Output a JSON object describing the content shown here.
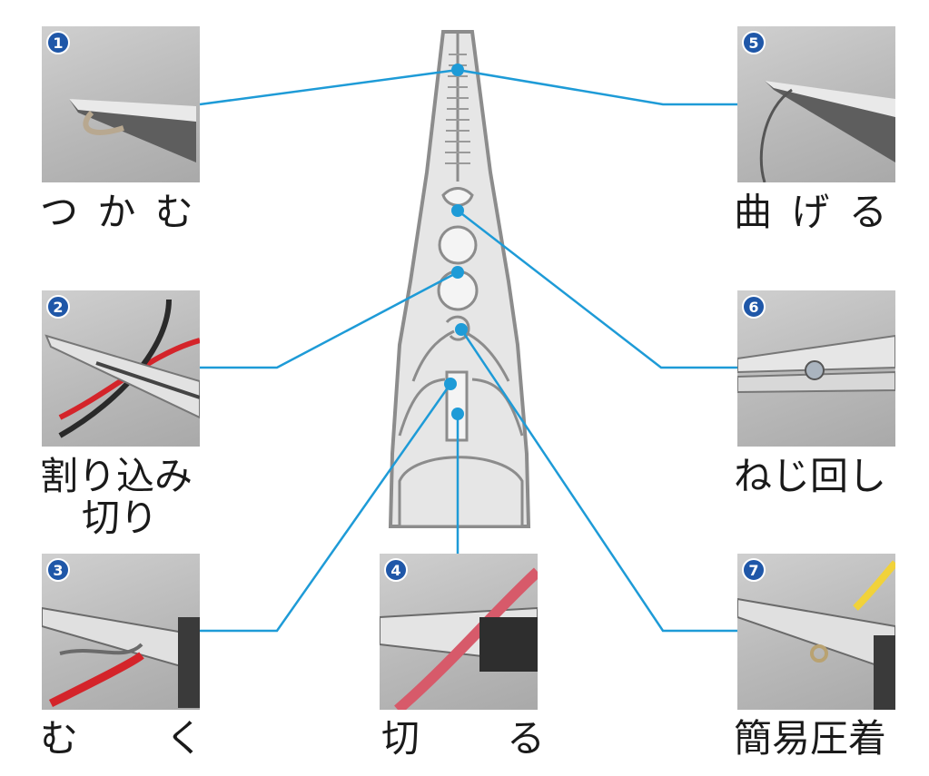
{
  "functions": [
    {
      "number": "1",
      "label": "つかむ"
    },
    {
      "number": "2",
      "label": "割り込み切り"
    },
    {
      "number": "3",
      "label": "むく"
    },
    {
      "number": "4",
      "label": "切る"
    },
    {
      "number": "5",
      "label": "曲げる"
    },
    {
      "number": "6",
      "label": "ねじ回し"
    },
    {
      "number": "7",
      "label": "簡易圧着"
    }
  ],
  "labels": {
    "f1": "つ か む",
    "f2_line1": "割り込み",
    "f2_line2": "切り",
    "f3": "む　　く",
    "f4": "切　　る",
    "f5": "曲 げ る",
    "f6": "ねじ回し",
    "f7": "簡易圧着"
  },
  "colors": {
    "leader_line": "#1e9bd7",
    "point": "#1e9bd7",
    "badge": "#1f57a8",
    "pliers_fill": "#e6e6e6",
    "pliers_stroke": "#8c8c8c",
    "wire_red": "#d4242a",
    "wire_yellow": "#f1d23a"
  }
}
